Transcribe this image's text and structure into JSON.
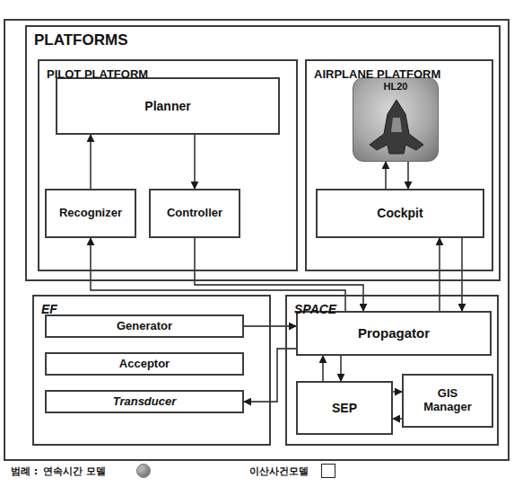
{
  "diagram": {
    "nodes": [
      {
        "text": [
          "PLATFORMS"
        ]
      },
      {
        "text": [
          "PILOT PLATFORM"
        ],
        "in": 0
      },
      {
        "text": [
          "Planner"
        ],
        "in": 1
      },
      {
        "text": [
          "Recognizer"
        ],
        "in": 1
      },
      {
        "text": [
          "Controller"
        ],
        "in": 1
      },
      {
        "text": [
          "AIRPLANE PLATFORM"
        ],
        "in": 0
      },
      {
        "text": [
          "HL20"
        ],
        "in": 5
      },
      {
        "text": [
          "Cockpit"
        ],
        "in": 5
      },
      {
        "text": [
          "EF"
        ]
      },
      {
        "text": [
          "Generator"
        ],
        "in": 8
      },
      {
        "text": [
          "Acceptor"
        ],
        "in": 8
      },
      {
        "text": [
          "Transducer"
        ],
        "in": 8
      },
      {
        "text": [
          "SPACE"
        ]
      },
      {
        "text": [
          "Propagator"
        ],
        "in": 12
      },
      {
        "text": [
          "SEP"
        ],
        "in": 12
      },
      {
        "text": [
          "GIS Manager"
        ],
        "in": 12
      }
    ],
    "edges": [
      {
        "from": 3,
        "to": 2,
        "arrow": "to"
      },
      {
        "from": 2,
        "to": 4,
        "arrow": "to"
      },
      {
        "from": 7,
        "to": 6,
        "arrow": "to"
      },
      {
        "from": 6,
        "to": 7,
        "arrow": "to"
      },
      {
        "from": 13,
        "to": 3,
        "arrow": "to"
      },
      {
        "from": 4,
        "to": 13,
        "arrow": "to"
      },
      {
        "from": 13,
        "to": 7,
        "arrow": "to"
      },
      {
        "from": 7,
        "to": 13,
        "arrow": "to"
      },
      {
        "from": 9,
        "to": 13,
        "arrow": "to"
      },
      {
        "from": 13,
        "to": 11,
        "arrow": "to"
      },
      {
        "from": 14,
        "to": 13,
        "arrow": "to"
      },
      {
        "from": 13,
        "to": 14,
        "arrow": "to"
      },
      {
        "from": 14,
        "to": 15,
        "arrow": "to"
      },
      {
        "from": 15,
        "to": 14,
        "arrow": "to"
      }
    ],
    "labels": [
      "범례 :"
    ],
    "legend": [
      {
        "text": "연속시간 모델",
        "color": "#b4b4b4"
      },
      {
        "text": "이산사건모델"
      }
    ]
  }
}
